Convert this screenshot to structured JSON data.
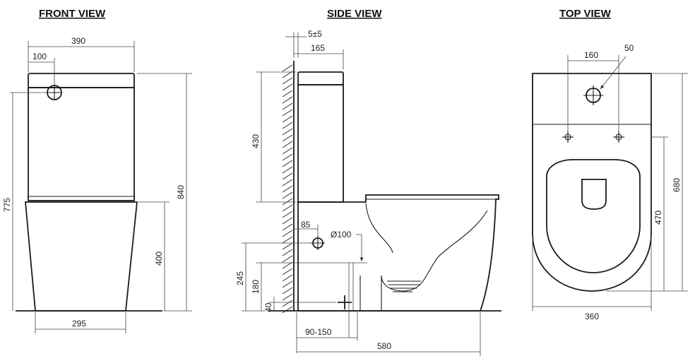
{
  "views": {
    "front": {
      "title": "FRONT VIEW",
      "dims": {
        "overall_width": "390",
        "inlet_offset": "100",
        "overall_height": "840",
        "inlet_height": "775",
        "pan_height": "400",
        "base_width": "295"
      }
    },
    "side": {
      "title": "SIDE VIEW",
      "dims": {
        "wall_gap": "5±5",
        "cistern_depth": "165",
        "cistern_height": "430",
        "inlet_setback": "85",
        "outlet_diameter": "Ø100",
        "outlet_height_245": "245",
        "outlet_height_180": "180",
        "fixing_height": "40",
        "setout_range": "90-150",
        "overall_depth": "580"
      }
    },
    "top": {
      "title": "TOP VIEW",
      "dims": {
        "fixing_spacing": "160",
        "inlet_diameter": "50",
        "overall_depth": "680",
        "seat_depth": "470",
        "overall_width": "360"
      }
    }
  },
  "colors": {
    "line": "#1a1a1a",
    "dimension": "#444444",
    "background": "#ffffff"
  }
}
